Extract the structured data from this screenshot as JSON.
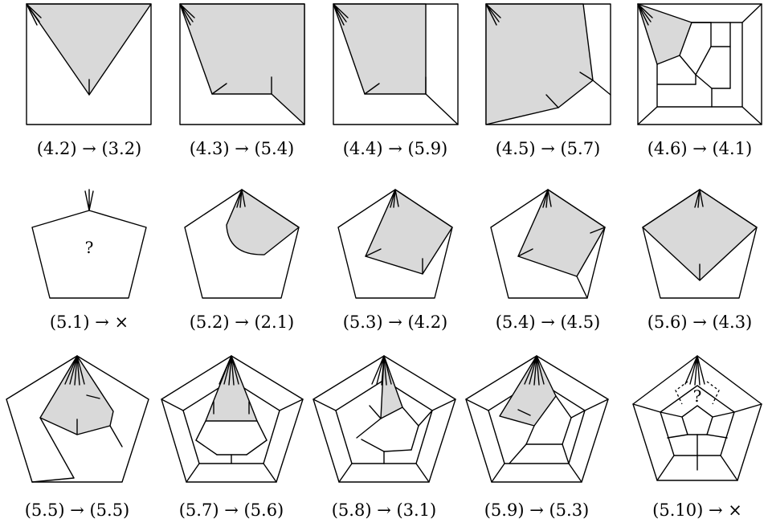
{
  "captions": [
    "(4.2) → (3.2)",
    "(4.3) → (5.4)",
    "(4.4) → (5.9)",
    "(4.5) → (5.7)",
    "(4.6) → (4.1)",
    "(5.1) → ×",
    "(5.2) → (2.1)",
    "(5.3) → (4.2)",
    "(5.4) → (4.5)",
    "(5.6) → (4.3)",
    "(5.5) → (5.5)",
    "(5.7) → (5.6)",
    "(5.8) → (3.1)",
    "(5.9) → (5.3)",
    "(5.10) → ×"
  ],
  "unknown_marks": [
    "?",
    "?"
  ],
  "colors": {
    "region_fill": "#d9d9d9",
    "stroke": "#000000"
  }
}
